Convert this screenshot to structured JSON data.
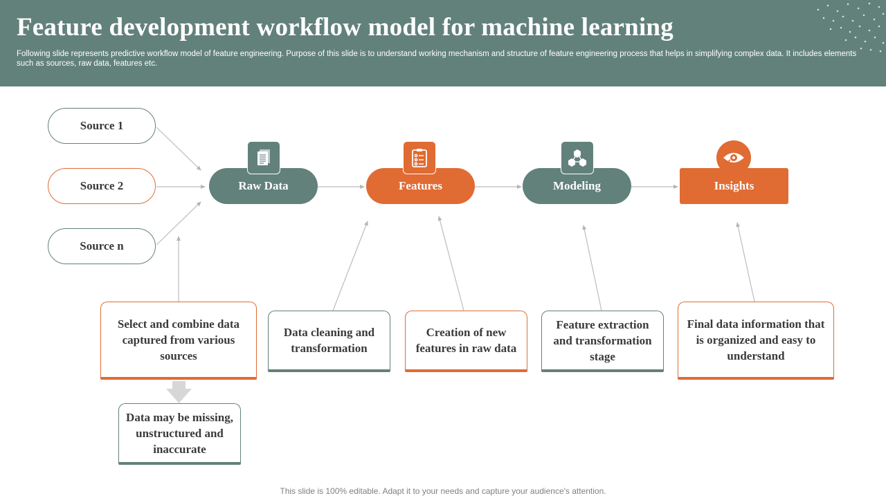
{
  "header": {
    "title": "Feature development  workflow model for machine learning",
    "subtitle": "Following slide represents predictive workflow model of feature engineering. Purpose of this slide is to understand working mechanism and structure of feature engineering process that helps in simplifying complex data. It includes elements such as sources, raw data, features etc."
  },
  "sources": [
    {
      "label": "Source 1"
    },
    {
      "label": "Source 2"
    },
    {
      "label": "Source n"
    }
  ],
  "stages": [
    {
      "label": "Raw Data",
      "icon": "document-icon",
      "color": "#62817a"
    },
    {
      "label": "Features",
      "icon": "clipboard-checklist-icon",
      "color": "#e06b33"
    },
    {
      "label": "Modeling",
      "icon": "cubes-network-icon",
      "color": "#62817a"
    },
    {
      "label": "Insights",
      "icon": "eye-icon",
      "color": "#e06b33"
    }
  ],
  "cards": [
    {
      "text": "Select and combine data captured from various sources"
    },
    {
      "text": "Data cleaning and transformation"
    },
    {
      "text": "Creation of new features in raw data"
    },
    {
      "text": "Feature extraction and transformation stage"
    },
    {
      "text": "Final data information that is organized and easy to understand"
    }
  ],
  "note": {
    "text": "Data may be missing, unstructured and inaccurate"
  },
  "footer": {
    "text": "This slide is 100% editable. Adapt it to your needs and capture your audience's attention."
  },
  "colors": {
    "accent_green": "#62817a",
    "accent_orange": "#e06b33"
  }
}
